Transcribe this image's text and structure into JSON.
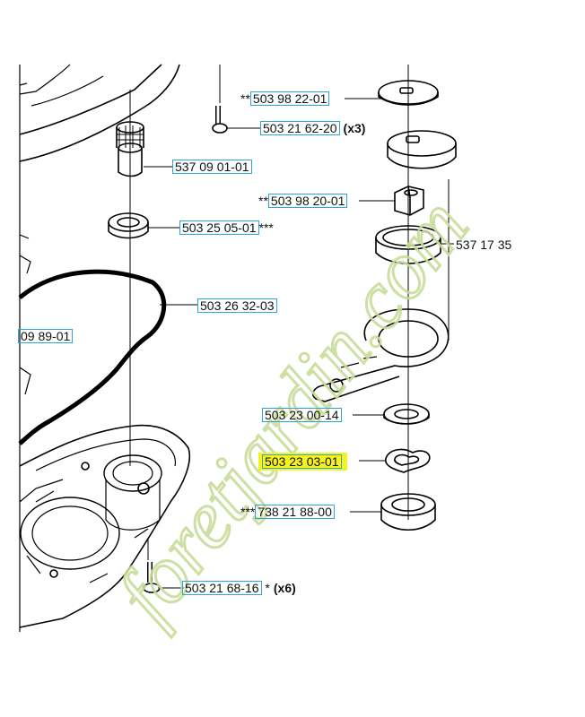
{
  "labels": {
    "l1": {
      "prefix": "**",
      "part": "503 98 22-01",
      "suffix": "",
      "qty": ""
    },
    "l2": {
      "prefix": "",
      "part": "503 21 62-20",
      "suffix": "",
      "qty": "(x3)"
    },
    "l3": {
      "prefix": "",
      "part": "537 09 01-01",
      "suffix": "",
      "qty": ""
    },
    "l4": {
      "prefix": "**",
      "part": "503 98 20-01",
      "suffix": "",
      "qty": ""
    },
    "l5": {
      "prefix": "",
      "part": "503 25 05-01",
      "suffix": "***",
      "qty": ""
    },
    "l6": {
      "prefix": "",
      "part": "537 17 35",
      "suffix": "",
      "qty": ""
    },
    "l7": {
      "prefix": "",
      "part": "503 26 32-03",
      "suffix": "",
      "qty": ""
    },
    "l8": {
      "prefix": "",
      "part": "09 89-01",
      "suffix": "",
      "qty": ""
    },
    "l9": {
      "prefix": "",
      "part": "503 23 00-14",
      "suffix": "",
      "qty": ""
    },
    "l10": {
      "prefix": "",
      "part": "503 23 03-01",
      "suffix": "",
      "qty": ""
    },
    "l11": {
      "prefix": "***",
      "part": "738 21 88-00",
      "suffix": "",
      "qty": ""
    },
    "l12": {
      "prefix": "",
      "part": "503 21 68-16",
      "suffix": " *",
      "qty": "(x6)"
    }
  },
  "highlight_color": "#f7f21e",
  "label_border_color": "#2aa7d8",
  "watermark": {
    "text": "foretjardin.com",
    "color": "#c9dc9a"
  }
}
